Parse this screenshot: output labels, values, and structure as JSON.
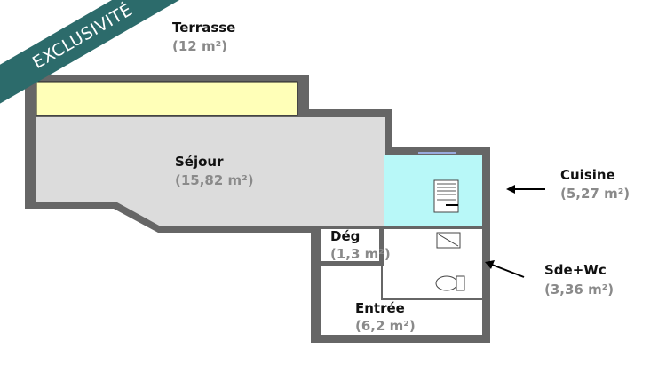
{
  "banner": "EXCLUSIVITÉ",
  "rooms": {
    "terrasse": {
      "name": "Terrasse",
      "area": "(12 m²)"
    },
    "sejour": {
      "name": "Séjour",
      "area": "(15,82 m²)"
    },
    "cuisine": {
      "name": "Cuisine",
      "area": "(5,27 m²)"
    },
    "deg": {
      "name": "Dég",
      "area": "(1,3 m²)"
    },
    "sde": {
      "name": "Sde+Wc",
      "area": "(3,36 m²)"
    },
    "entree": {
      "name": "Entrée",
      "area": "(6,2 m²)"
    }
  },
  "colors": {
    "wall": "#666666",
    "sejour_floor": "#dcdcdc",
    "terrasse_floor": "#ffffb8",
    "cuisine_floor": "#b8f8f8",
    "banner": "#2c6b6b"
  }
}
